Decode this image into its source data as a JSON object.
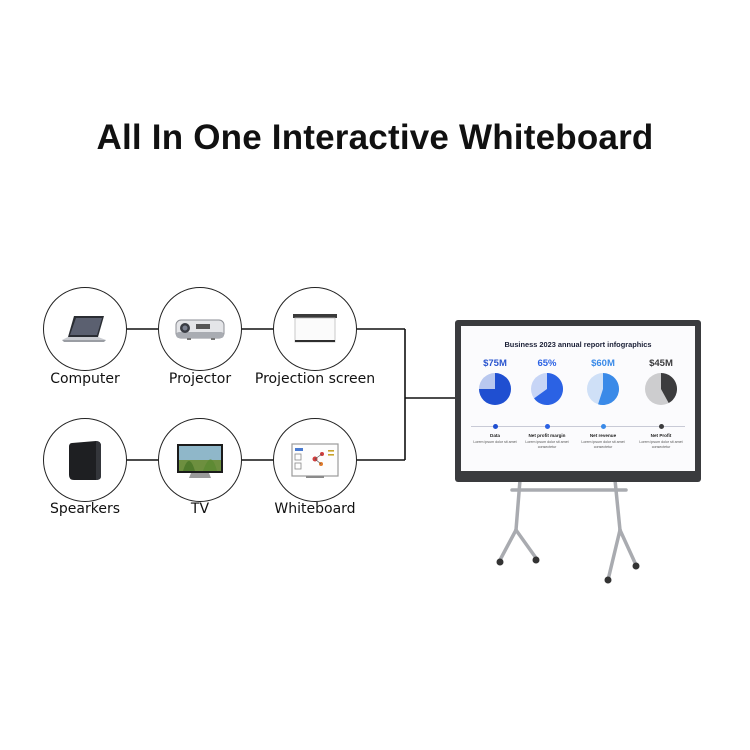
{
  "title": "All In One Interactive Whiteboard",
  "devices": [
    {
      "label": "Computer",
      "icon": "laptop-icon"
    },
    {
      "label": "Projector",
      "icon": "projector-icon"
    },
    {
      "label": "Projection screen",
      "icon": "projection-screen-icon"
    },
    {
      "label": "Spearkers",
      "icon": "speaker-icon"
    },
    {
      "label": "TV",
      "icon": "tv-icon"
    },
    {
      "label": "Whiteboard",
      "icon": "whiteboard-icon"
    }
  ],
  "infographic": {
    "title": "Business 2023 annual report infographics",
    "stats": [
      {
        "value": "$75M",
        "caption": "Data",
        "desc": "Lorem ipsum dolor sit amet",
        "share": 0.75,
        "main": "#1f4fd1",
        "rest": "#b9c8ef",
        "value_color": "#2a55cf"
      },
      {
        "value": "65%",
        "caption": "Net profit margin",
        "desc": "Lorem ipsum dolor sit amet consectetur",
        "share": 0.65,
        "main": "#2b62e4",
        "rest": "#c7d5f6",
        "value_color": "#2b62e4"
      },
      {
        "value": "$60M",
        "caption": "Net revenue",
        "desc": "Lorem ipsum dolor sit amet consectetur",
        "share": 0.55,
        "main": "#3a8ae8",
        "rest": "#cfe0f7",
        "value_color": "#3a8ae8"
      },
      {
        "value": "$45M",
        "caption": "Net Profit",
        "desc": "Lorem ipsum dolor sit amet consectetur",
        "share": 0.42,
        "main": "#3c3c3e",
        "rest": "#cdcdcf",
        "value_color": "#3c3c3e"
      }
    ]
  }
}
